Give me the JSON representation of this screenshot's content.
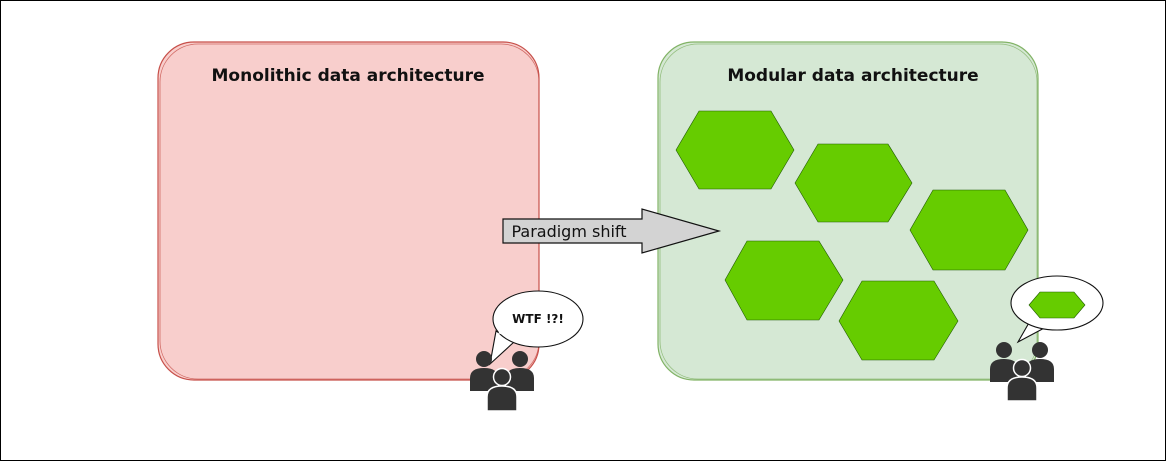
{
  "diagram": {
    "left_box": {
      "title": "Monolithic data architecture",
      "fill": "#f8cecc",
      "stroke": "#c7504a"
    },
    "right_box": {
      "title": "Modular data architecture",
      "fill": "#d5e8d4",
      "stroke": "#82b366"
    },
    "arrow": {
      "label": "Paradigm shift",
      "fill": "#d3d3d3"
    },
    "left_bubble": {
      "text": "WTF !?!"
    },
    "module_color": "#66cc00",
    "people_icon_color": "#333333"
  }
}
